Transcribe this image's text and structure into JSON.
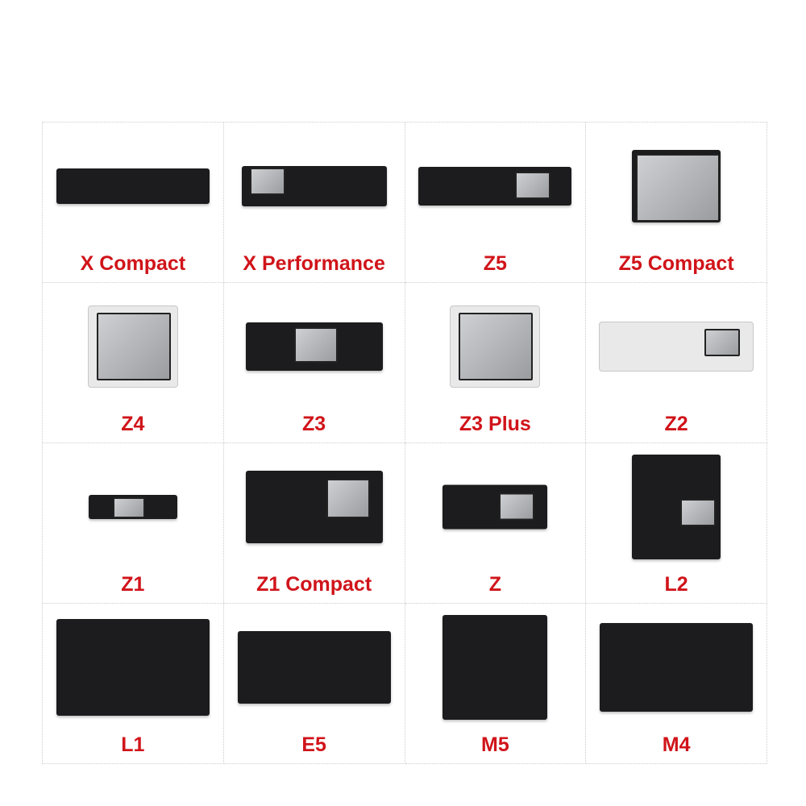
{
  "products": [
    {
      "label": "X Compact"
    },
    {
      "label": "X Performance"
    },
    {
      "label": "Z5"
    },
    {
      "label": "Z5 Compact"
    },
    {
      "label": "Z4"
    },
    {
      "label": "Z3"
    },
    {
      "label": "Z3 Plus"
    },
    {
      "label": "Z2"
    },
    {
      "label": "Z1"
    },
    {
      "label": "Z1 Compact"
    },
    {
      "label": "Z"
    },
    {
      "label": "L2"
    },
    {
      "label": "L1"
    },
    {
      "label": "E5"
    },
    {
      "label": "M5"
    },
    {
      "label": "M4"
    }
  ],
  "colors": {
    "label": "#d0141a",
    "part": "#1c1c1e"
  }
}
